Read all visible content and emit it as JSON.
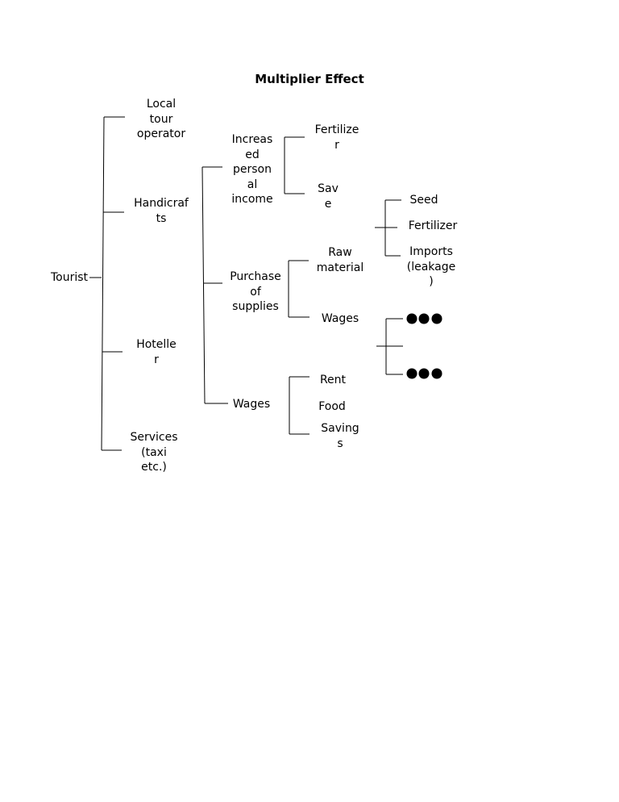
{
  "title": "Multiplier Effect",
  "nodes": {
    "tourist": "Tourist",
    "local_tour_operator": "Local\ntour\noperator",
    "handicrafts": "Handicraf\nts",
    "hotelier": "Hotelle\nr",
    "services": "Services\n(taxi\netc.)",
    "increased_income": "Increas\ned\nperson\nal\nincome",
    "purchase_supplies": "Purchase\nof\nsupplies",
    "wages_l2": "Wages",
    "fertilizer_l3": "Fertilize\nr",
    "save": "Sav\ne",
    "raw_material": "Raw\nmaterial",
    "wages_l3": "Wages",
    "rent": "Rent",
    "food": "Food",
    "savings": "Saving\ns",
    "seed": "Seed",
    "fertilizer_l4": "Fertilizer",
    "imports": "Imports\n(leakage\n)"
  }
}
